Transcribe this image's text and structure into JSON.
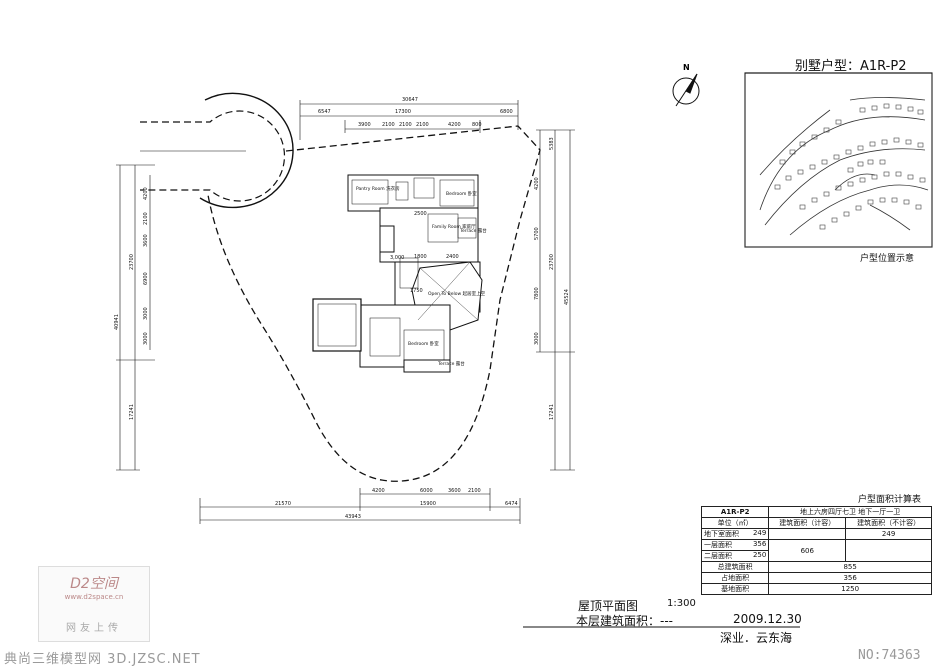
{
  "header": {
    "type_label": "别墅户型：A1R-P2",
    "location_caption": "户型位置示意"
  },
  "plan_labels": {
    "room_master": "Bedroom 卧室",
    "room_laundry": "Pantry Room 洗衣房",
    "room_family": "Family Room 家庭厅",
    "room_terrace": "Terrace 露台",
    "room_open": "Open To Below 起居室上空",
    "room_bed2": "Bedroom 卧室",
    "room_terrace2": "Terrace 露台"
  },
  "dims": {
    "top_overall": "30647",
    "top_seg": [
      "6547",
      "17300",
      "6800"
    ],
    "top_detail": [
      "3900",
      "2100",
      "2100",
      "2100",
      "4200",
      "800"
    ],
    "left_overall": "40941",
    "left_segs": [
      "23700",
      "17241"
    ],
    "left_detail": [
      "4200",
      "2100",
      "3600",
      "6900",
      "3000",
      "3000"
    ],
    "right_overall": "45524",
    "right_segs": [
      "5383",
      "23700",
      "17241"
    ],
    "right_detail": [
      "4200",
      "5700",
      "7800",
      "3000"
    ],
    "bottom_overall": "43943",
    "bottom_segs": [
      "21570",
      "15900",
      "6474"
    ],
    "bottom_detail": [
      "4200",
      "6000",
      "3600",
      "2100"
    ],
    "inner": [
      "2500",
      "1800",
      "2400",
      "1750",
      "3,000"
    ]
  },
  "area_table": {
    "caption": "户型面积计算表",
    "head": [
      "A1R-P2",
      "地上六房四厅七卫  地下一厅一卫"
    ],
    "subhead": [
      "单位（㎡）",
      "建筑面积（计容）",
      "建筑面积（不计容）"
    ],
    "rows": [
      {
        "label": "地下室面积",
        "v": "249",
        "nc": "249"
      },
      {
        "label": "一层面积",
        "v": "356",
        "nc": ""
      },
      {
        "label": "二层面积",
        "v": "250",
        "nc": ""
      }
    ],
    "subtotal": "606",
    "summary": [
      {
        "label": "总建筑面积",
        "v": "855"
      },
      {
        "label": "占地面积",
        "v": "356"
      },
      {
        "label": "基地面积",
        "v": "1250"
      }
    ]
  },
  "footer": {
    "drawing_name": "屋顶平面图",
    "scale": "1:300",
    "area_label": "本层建筑面积：---",
    "date": "2009.12.30",
    "project": "深业．云东海"
  },
  "watermark": {
    "logo": "D2空间",
    "url": "www.d2space.cn",
    "upload": "网友上传",
    "bottom_left": "典尚三维模型网 3D.JZSC.NET",
    "bottom_right": "NO:74363"
  },
  "compass_letter": "N"
}
